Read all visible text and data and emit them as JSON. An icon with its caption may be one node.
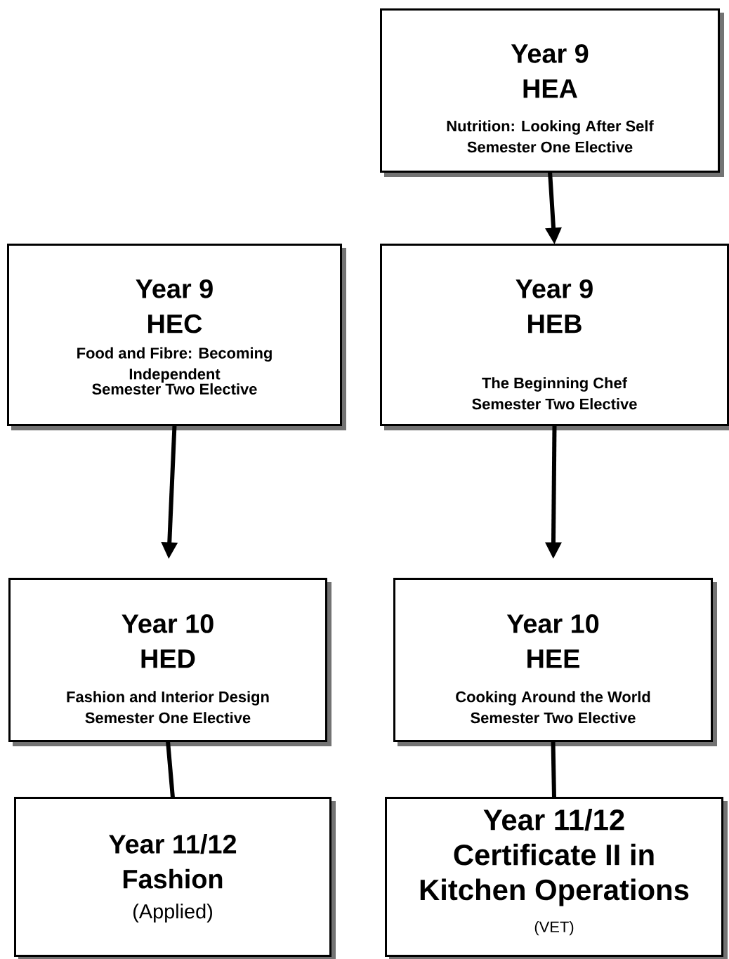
{
  "diagram": {
    "nodes": [
      {
        "text": [
          "Year 9",
          "HEA",
          "Nutrition: Looking After Self",
          "Semester One Elective"
        ]
      },
      {
        "text": [
          "Year 9",
          "HEC",
          "Food and Fibre: Becoming Independent",
          "Semester Two Elective"
        ]
      },
      {
        "text": [
          "Year 9",
          "HEB",
          "The Beginning Chef",
          "Semester Two Elective"
        ]
      },
      {
        "text": [
          "Year 10",
          "HED",
          "Fashion and Interior Design",
          "Semester One Elective"
        ]
      },
      {
        "text": [
          "Year 10",
          "HEE",
          "Cooking Around the World",
          "Semester Two Elective"
        ]
      },
      {
        "text": [
          "Year 11/12",
          "Fashion",
          "(Applied)"
        ]
      },
      {
        "text": [
          "Year 11/12",
          "Certificate II in",
          "Kitchen Operations",
          "(VET)"
        ]
      }
    ],
    "edges": [
      {
        "from": 0,
        "to": 2,
        "arrow": "to"
      },
      {
        "from": 1,
        "to": 3,
        "arrow": "to"
      },
      {
        "from": 2,
        "to": 4,
        "arrow": "to"
      },
      {
        "from": 3,
        "to": 5,
        "arrow": "none"
      },
      {
        "from": 4,
        "to": 6,
        "arrow": "none"
      }
    ]
  }
}
